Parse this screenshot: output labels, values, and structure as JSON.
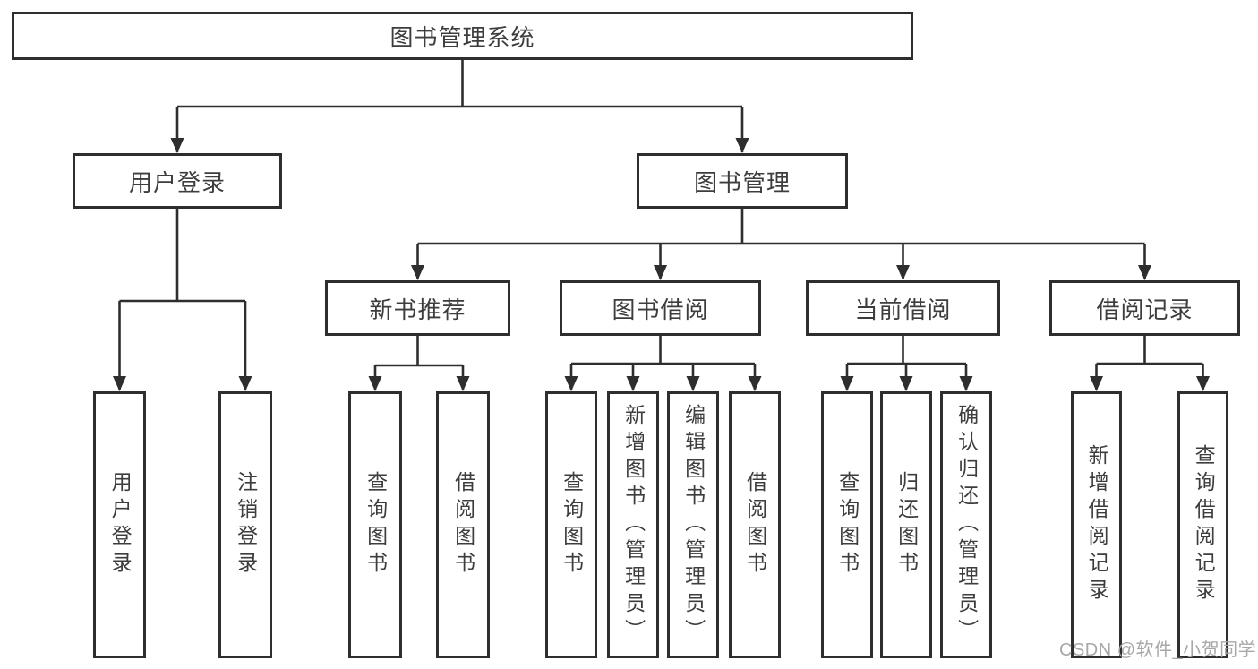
{
  "diagram": {
    "title": "图书管理系统",
    "watermark": "CSDN @软件_小贺同学",
    "colors": {
      "line": "#2e2e2e",
      "box_border": "#2e2e2e",
      "text": "#3d3d3d",
      "watermark": "#a8a8a8",
      "background": "#ffffff"
    },
    "tree": {
      "label": "图书管理系统",
      "children": [
        {
          "label": "用户登录",
          "children": [
            {
              "label": "用户登录"
            },
            {
              "label": "注销登录"
            }
          ]
        },
        {
          "label": "图书管理",
          "children": [
            {
              "label": "新书推荐",
              "children": [
                {
                  "label": "查询图书"
                },
                {
                  "label": "借阅图书"
                }
              ]
            },
            {
              "label": "图书借阅",
              "children": [
                {
                  "label": "查询图书"
                },
                {
                  "label": "新增图书（管理员）"
                },
                {
                  "label": "编辑图书（管理员）"
                },
                {
                  "label": "借阅图书"
                }
              ]
            },
            {
              "label": "当前借阅",
              "children": [
                {
                  "label": "查询图书"
                },
                {
                  "label": "归还图书"
                },
                {
                  "label": "确认归还（管理员）"
                }
              ]
            },
            {
              "label": "借阅记录",
              "children": [
                {
                  "label": "新增借阅记录"
                },
                {
                  "label": "查询借阅记录"
                }
              ]
            }
          ]
        }
      ]
    }
  }
}
